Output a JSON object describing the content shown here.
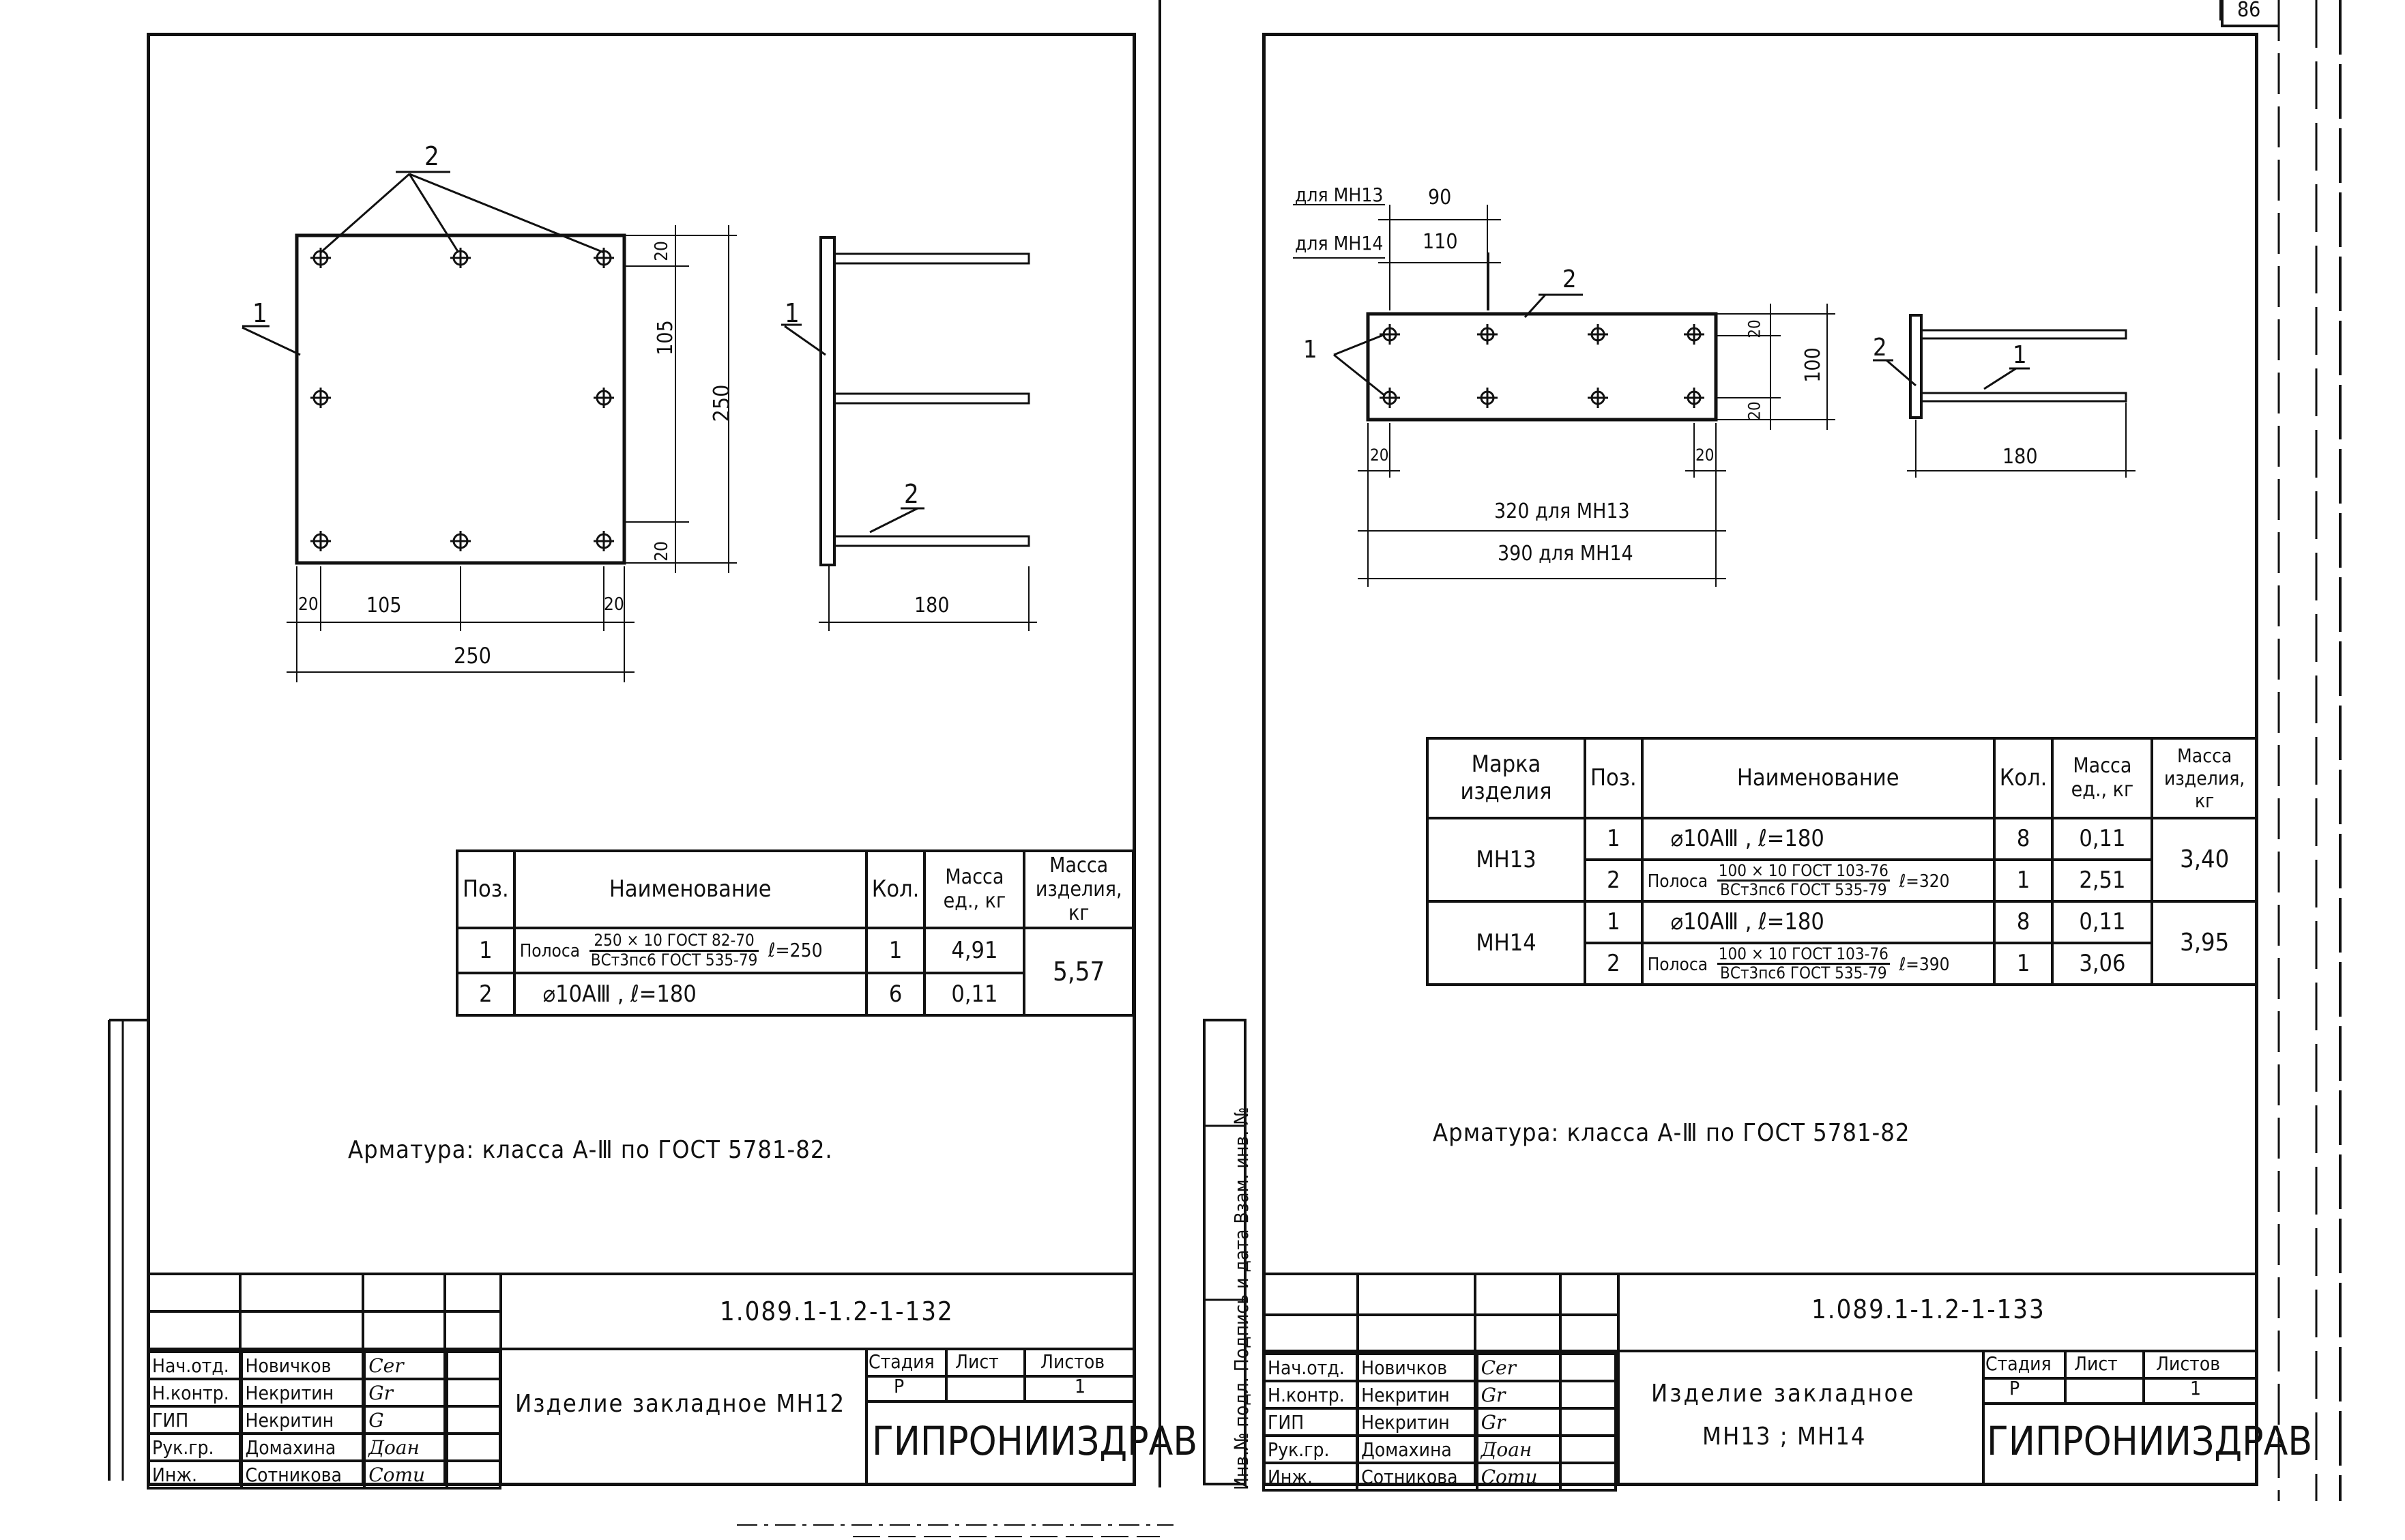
{
  "corner": {
    "sheet_no": "86"
  },
  "left_sheet": {
    "labels": {
      "pos1": "1",
      "pos2": "2",
      "dim_20": "20",
      "dim_105": "105",
      "dim_250": "250",
      "dim_180": "180"
    },
    "table": {
      "headers": {
        "pos": "Поз.",
        "name": "Наименование",
        "qty": "Кол.",
        "mass_unit": "Масса ед., кг",
        "mass_item": "Масса изделия, кг"
      },
      "rows": [
        {
          "pos": "1",
          "name_prefix": "Полоса",
          "frac_top": "250 × 10 ГОСТ 82-70",
          "frac_bottom": "ВСт3пс6 ГОСТ 535-79",
          "length": "ℓ=250",
          "qty": "1",
          "mass": "4,91"
        },
        {
          "pos": "2",
          "name": "⌀10АⅢ ,   ℓ=180",
          "qty": "6",
          "mass": "0,11"
        }
      ],
      "total": "5,57"
    },
    "note": "Арматура: класса А-Ⅲ по ГОСТ 5781-82.",
    "title_block": {
      "doc_code": "1.089.1-1.2-1-132",
      "title": "Изделие закладное МН12",
      "stage_label": "Стадия",
      "sheet_label": "Лист",
      "sheets_label": "Листов",
      "stage": "Р",
      "sheets": "1",
      "org": "ГИПРОНИИЗДРАВ",
      "people": [
        {
          "role": "Нач.отд.",
          "name": "Новичков",
          "sign": "Cer"
        },
        {
          "role": "Н.контр.",
          "name": "Некритин",
          "sign": "Gr"
        },
        {
          "role": "ГИП",
          "name": "Некритин",
          "sign": "G"
        },
        {
          "role": "Рук.гр.",
          "name": "Домахина",
          "sign": "Доан"
        },
        {
          "role": "Инж.",
          "name": "Сотникова",
          "sign": "Соти"
        }
      ]
    }
  },
  "right_sheet": {
    "labels": {
      "for_mn13": "для МН13",
      "for_mn14": "для МН14",
      "dim_90": "90",
      "dim_110": "110",
      "dim_20": "20",
      "dim_100": "100",
      "dim_180": "180",
      "dim_320": "320 для МН13",
      "dim_390": "390 для МН14",
      "pos1": "1",
      "pos2": "2"
    },
    "table": {
      "headers": {
        "mark": "Марка изделия",
        "pos": "Поз.",
        "name": "Наименование",
        "qty": "Кол.",
        "mass_unit": "Масса ед., кг",
        "mass_item": "Масса изделия, кг"
      },
      "groups": [
        {
          "mark": "МН13",
          "total": "3,40",
          "rows": [
            {
              "pos": "1",
              "name": "⌀10АⅢ ,   ℓ=180",
              "qty": "8",
              "mass": "0,11"
            },
            {
              "pos": "2",
              "name_prefix": "Полоса",
              "frac_top": "100 × 10 ГОСТ 103-76",
              "frac_bottom": "ВСт3пс6 ГОСТ 535-79",
              "length": "ℓ=320",
              "qty": "1",
              "mass": "2,51"
            }
          ]
        },
        {
          "mark": "МН14",
          "total": "3,95",
          "rows": [
            {
              "pos": "1",
              "name": "⌀10АⅢ ,   ℓ=180",
              "qty": "8",
              "mass": "0,11"
            },
            {
              "pos": "2",
              "name_prefix": "Полоса",
              "frac_top": "100 × 10 ГОСТ 103-76",
              "frac_bottom": "ВСт3пс6 ГОСТ 535-79",
              "length": "ℓ=390",
              "qty": "1",
              "mass": "3,06"
            }
          ]
        }
      ]
    },
    "note": "Арматура: класса А-Ⅲ по ГОСТ 5781-82",
    "side_stamp": "Инв.№ подл.  Подпись и дата  Взам. инв. №",
    "title_block": {
      "doc_code": "1.089.1-1.2-1-133",
      "title_line1": "Изделие закладное",
      "title_line2": "МН13 ; МН14",
      "stage_label": "Стадия",
      "sheet_label": "Лист",
      "sheets_label": "Листов",
      "stage": "Р",
      "sheets": "1",
      "org": "ГИПРОНИИЗДРАВ",
      "people": [
        {
          "role": "Нач.отд.",
          "name": "Новичков",
          "sign": "Cer"
        },
        {
          "role": "Н.контр.",
          "name": "Некритин",
          "sign": "Gr"
        },
        {
          "role": "ГИП",
          "name": "Некритин",
          "sign": "Gr"
        },
        {
          "role": "Рук.гр.",
          "name": "Домахина",
          "sign": "Доан"
        },
        {
          "role": "Инж.",
          "name": "Сотникова",
          "sign": "Соти"
        }
      ]
    }
  }
}
